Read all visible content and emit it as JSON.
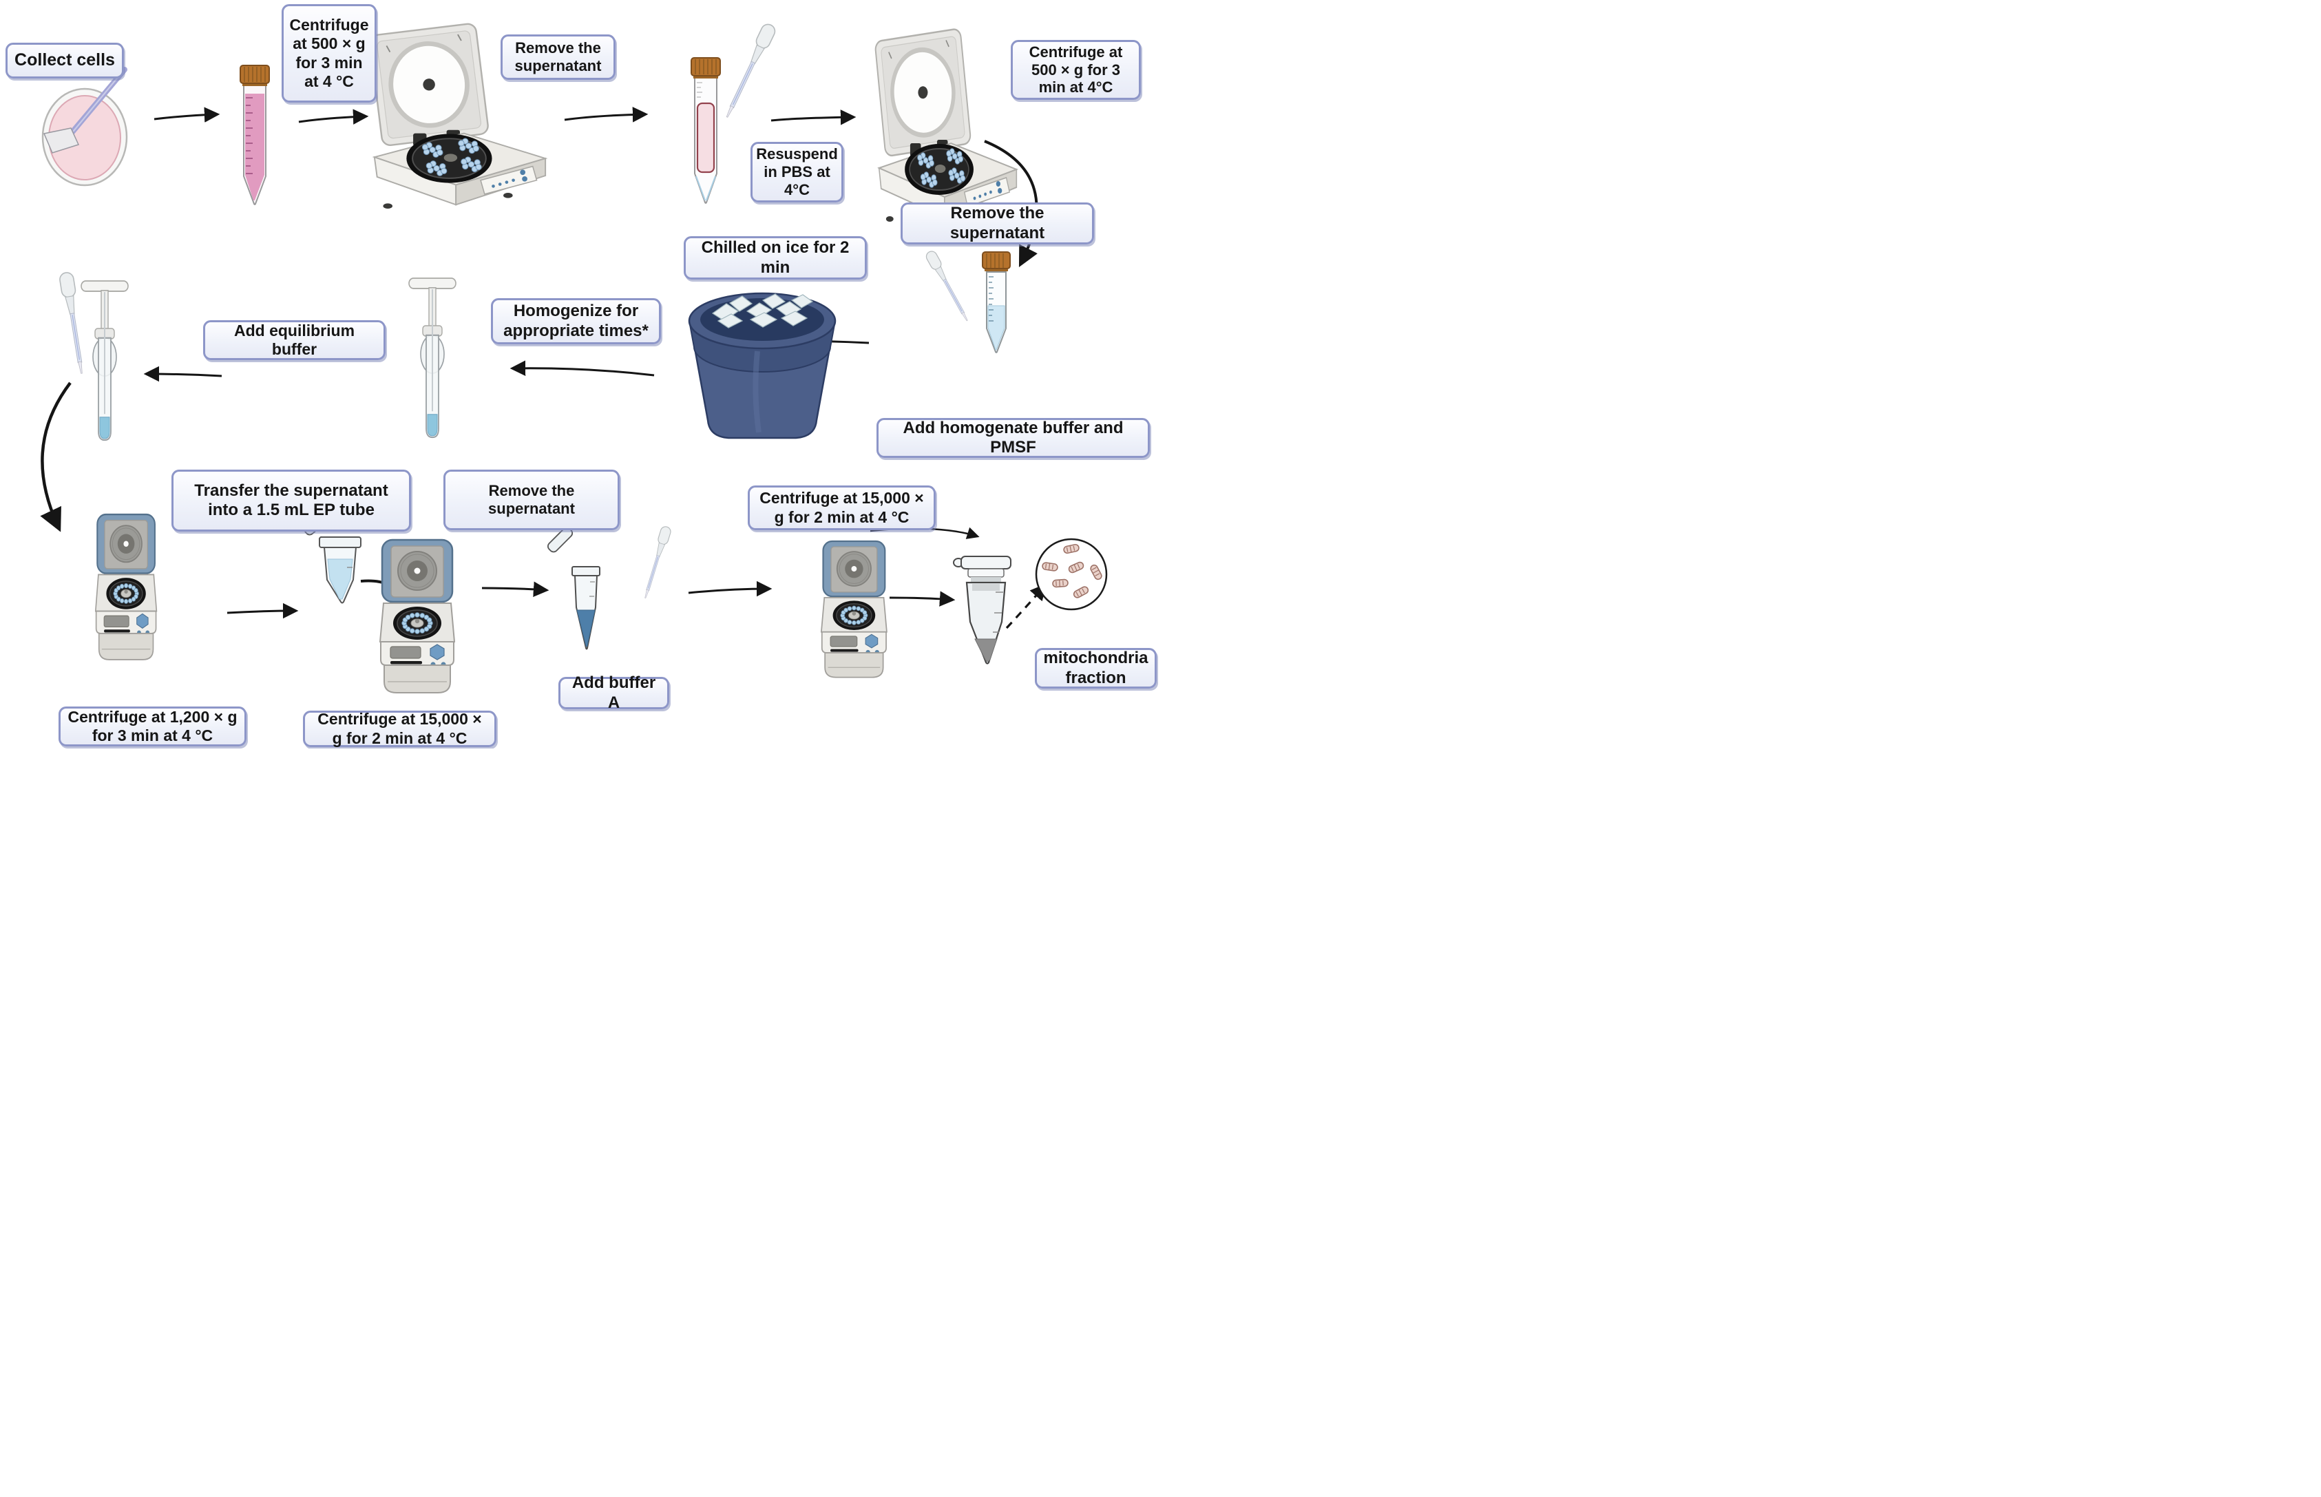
{
  "diagram_type": "laboratory-protocol-flowchart",
  "topic": "mitochondria isolation workflow",
  "steps": [
    {
      "id": "collect-cells",
      "label": "Collect cells"
    },
    {
      "id": "centrifuge-500-1",
      "label": "Centrifuge at 500 × g for 3 min at 4 °C"
    },
    {
      "id": "remove-supernatant-1",
      "label": "Remove the supernatant"
    },
    {
      "id": "resuspend-pbs",
      "label": "Resuspend in PBS at 4°C"
    },
    {
      "id": "centrifuge-500-2",
      "label": "Centrifuge at 500 × g for 3 min at 4°C"
    },
    {
      "id": "remove-supernatant-2",
      "label": "Remove the supernatant"
    },
    {
      "id": "chilled-on-ice",
      "label": "Chilled on ice for 2 min"
    },
    {
      "id": "add-homogenate-buffer",
      "label": "Add homogenate buffer and PMSF"
    },
    {
      "id": "homogenize",
      "label": "Homogenize for appropriate times*"
    },
    {
      "id": "add-equilibrium-buffer",
      "label": "Add equilibrium buffer"
    },
    {
      "id": "transfer-supernatant",
      "label": "Transfer the supernatant into a 1.5 mL EP tube"
    },
    {
      "id": "remove-supernatant-3",
      "label": "Remove the supernatant"
    },
    {
      "id": "centrifuge-1200",
      "label": "Centrifuge at 1,200 × g for 3 min at 4 °C"
    },
    {
      "id": "centrifuge-15000-mid",
      "label": "Centrifuge at 15,000 × g for 2 min at 4 °C"
    },
    {
      "id": "add-buffer-a",
      "label": "Add buffer A"
    },
    {
      "id": "centrifuge-15000-right",
      "label": "Centrifuge at 15,000 × g for 2 min at 4 °C"
    },
    {
      "id": "mitochondria-fraction",
      "label": "mitochondria fraction"
    }
  ],
  "illustrations": [
    "petri-dish-with-cell-scraper",
    "conical-tube-cell-suspension",
    "benchtop-centrifuge-open-lid",
    "conical-tube-with-pellet",
    "transfer-pipette",
    "benchtop-centrifuge-open-lid",
    "conical-tube-with-buffer",
    "ice-bucket-with-ice",
    "dounce-homogenizer",
    "dounce-homogenizer",
    "microcentrifuge-open-lid",
    "ep-tube-open-supernatant",
    "microcentrifuge-open-lid",
    "ep-tube-open-buffer-a",
    "microcentrifuge-open-lid",
    "ep-tube-mitochondria-pellet",
    "mitochondria-magnified-circle"
  ],
  "colors": {
    "box_border": "#8d96c8",
    "box_background": "#eff2fa",
    "arrow": "#151515",
    "ice_bucket_blue": "#4a5d88",
    "ice_white": "#e9f0f2",
    "tube_cap_orange": "#b5722c",
    "cell_suspension_pink": "#e19bc0",
    "buffer_light_blue": "#c3e1f0",
    "buffer_steel_blue": "#4e7fa9",
    "homogenate_blue": "#8ec6de",
    "centrifuge_lid_blue": "#7f9cb8",
    "mitochondria_pink": "#ead2ca",
    "pellet_gray": "#8e8e8e"
  }
}
